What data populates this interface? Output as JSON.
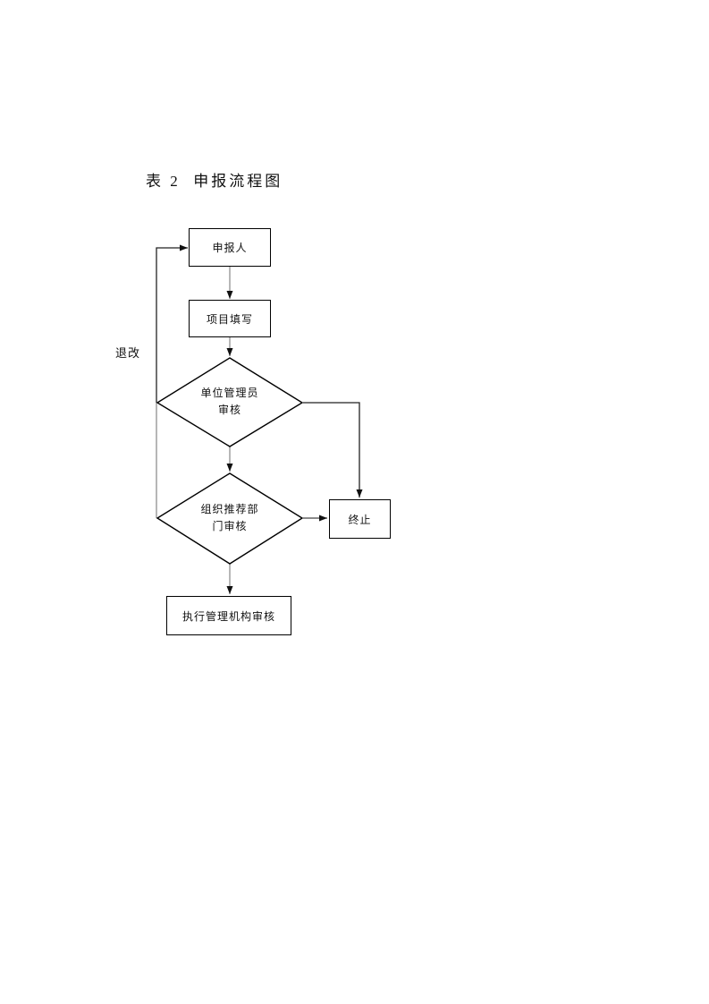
{
  "page": {
    "title": "表 2  申报流程图"
  },
  "flowchart": {
    "nodes": [
      {
        "id": "applicant",
        "type": "rect",
        "label": "申报人"
      },
      {
        "id": "project-fill",
        "type": "rect",
        "label": "项目填写"
      },
      {
        "id": "unit-admin-review",
        "type": "diamond",
        "label": "单位管理员审核",
        "lines": [
          "单位管理员",
          "审核"
        ]
      },
      {
        "id": "org-recommend-review",
        "type": "diamond",
        "label": "组织推荐部门审核",
        "lines": [
          "组织推荐部",
          "门审核"
        ]
      },
      {
        "id": "terminate",
        "type": "rect",
        "label": "终止"
      },
      {
        "id": "exec-admin-review",
        "type": "rect",
        "label": "执行管理机构审核"
      }
    ],
    "edge_labels": [
      {
        "id": "return-edit",
        "label": "退改"
      }
    ],
    "colors": {
      "background": "#ffffff",
      "node_border": "#000000",
      "connector_gray": "#909090",
      "connector_black": "#222222",
      "arrowhead": "#111111",
      "text": "#111111"
    }
  }
}
